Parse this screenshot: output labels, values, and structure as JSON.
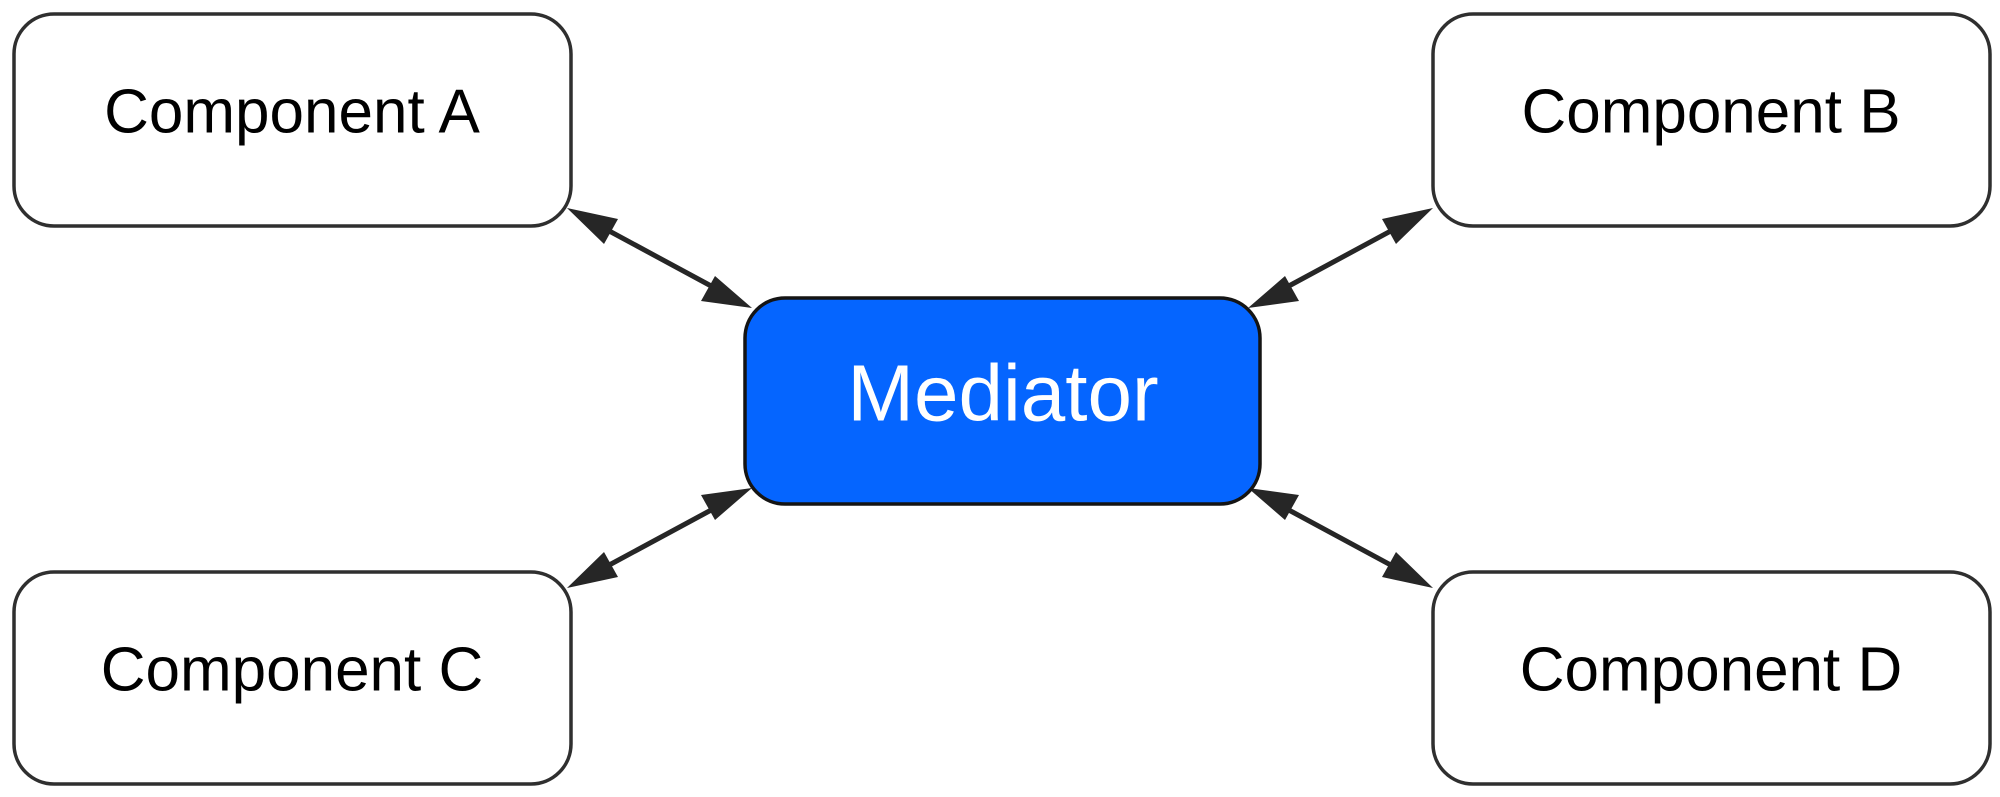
{
  "diagram": {
    "mediator": {
      "label": "Mediator",
      "fill_color": "#0565ff",
      "text_color": "#ffffff"
    },
    "components": [
      {
        "id": "a",
        "label": "Component A"
      },
      {
        "id": "b",
        "label": "Component B"
      },
      {
        "id": "c",
        "label": "Component C"
      },
      {
        "id": "d",
        "label": "Component D"
      }
    ],
    "connections": [
      {
        "from": "a",
        "to": "mediator",
        "direction": "bidirectional"
      },
      {
        "from": "b",
        "to": "mediator",
        "direction": "bidirectional"
      },
      {
        "from": "c",
        "to": "mediator",
        "direction": "bidirectional"
      },
      {
        "from": "d",
        "to": "mediator",
        "direction": "bidirectional"
      }
    ],
    "colors": {
      "box_border": "#2f2f2f",
      "arrow": "#262626",
      "background": "#ffffff"
    }
  }
}
